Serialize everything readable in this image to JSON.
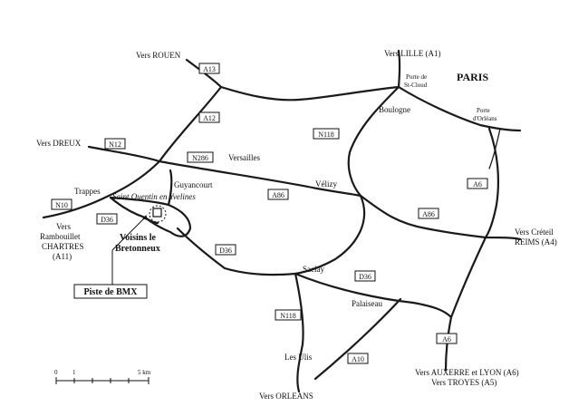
{
  "city": "PARIS",
  "directions": {
    "rouen": "Vers ROUEN",
    "lille": "Vers LILLE (A1)",
    "dreux": "Vers DREUX",
    "rambouillet_1": "Vers",
    "rambouillet_2": "Rambouillet",
    "rambouillet_3": "CHARTRES",
    "rambouillet_4": "(A11)",
    "creteil_1": "Vers Créteil",
    "creteil_2": "REIMS (A4)",
    "auxerre_1": "Vers AUXERRE  et LYON (A6)",
    "auxerre_2": "Vers TROYES (A5)",
    "orleans": "Vers ORLEANS"
  },
  "places": {
    "porte_st_cloud_1": "Porte de",
    "porte_st_cloud_2": "St-Cloud",
    "boulogne": "Boulogne",
    "porte_orleans_1": "Porte",
    "porte_orleans_2": "d'Orléans",
    "versailles": "Versailles",
    "trappes": "Trappes",
    "guyancourt": "Guyancourt",
    "sqy": "Saint Quentin en Yvelines",
    "velizy": "Vélizy",
    "saclay": "Saclay",
    "palaiseau": "Palaiseau",
    "les_ulis": "Les Ulis",
    "voisins_1": "Voisins le",
    "voisins_2": "Bretonneux",
    "bmx": "Piste de BMX"
  },
  "roads": {
    "a13": "A13",
    "a12": "A12",
    "n12": "N12",
    "n286": "N286",
    "n10": "N10",
    "d36_a": "D36",
    "d36_b": "D36",
    "d36_c": "D36",
    "a86_a": "A86",
    "a86_b": "A86",
    "n118_a": "N118",
    "n118_b": "N118",
    "a6_a": "A6",
    "a6_b": "A6",
    "a10": "A10"
  },
  "scale": {
    "zero": "0",
    "one": "1",
    "five": "5 km"
  },
  "colors": {
    "road": "#1a1a1a",
    "background": "#ffffff"
  }
}
